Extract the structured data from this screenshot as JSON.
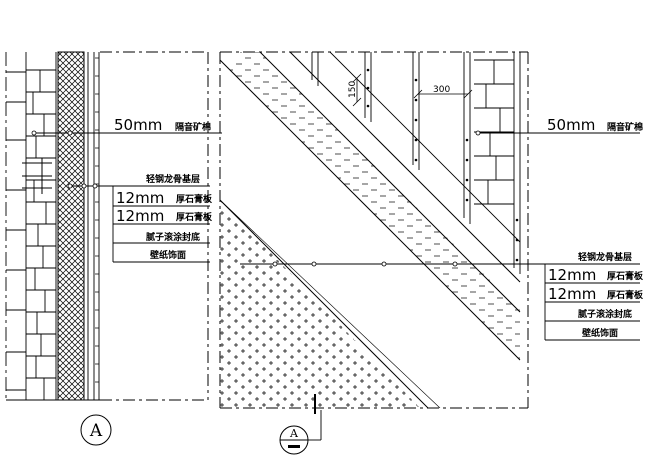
{
  "left_detail": {
    "callout_top": {
      "size": "50mm",
      "material": "隔音矿棉"
    },
    "callout_layers": [
      {
        "text": "轻钢龙骨基层",
        "size": "",
        "material": ""
      },
      {
        "text": "",
        "size": "12mm",
        "material": "厚石膏板"
      },
      {
        "text": "",
        "size": "12mm",
        "material": "厚石膏板"
      },
      {
        "text": "腻子滚涂封底",
        "size": "",
        "material": ""
      },
      {
        "text": "壁纸饰面",
        "size": "",
        "material": ""
      }
    ],
    "section_mark": "A"
  },
  "right_detail": {
    "callout_top": {
      "size": "50mm",
      "material": "隔音矿棉"
    },
    "callout_layers": [
      {
        "text": "轻钢龙骨基层",
        "size": "",
        "material": ""
      },
      {
        "text": "",
        "size": "12mm",
        "material": "厚石膏板"
      },
      {
        "text": "",
        "size": "12mm",
        "material": "厚石膏板"
      },
      {
        "text": "腻子滚涂封底",
        "size": "",
        "material": ""
      },
      {
        "text": "壁纸饰面",
        "size": "",
        "material": ""
      }
    ],
    "dimensions": {
      "vertical": "150",
      "horizontal": "300"
    },
    "section_mark": "A"
  }
}
